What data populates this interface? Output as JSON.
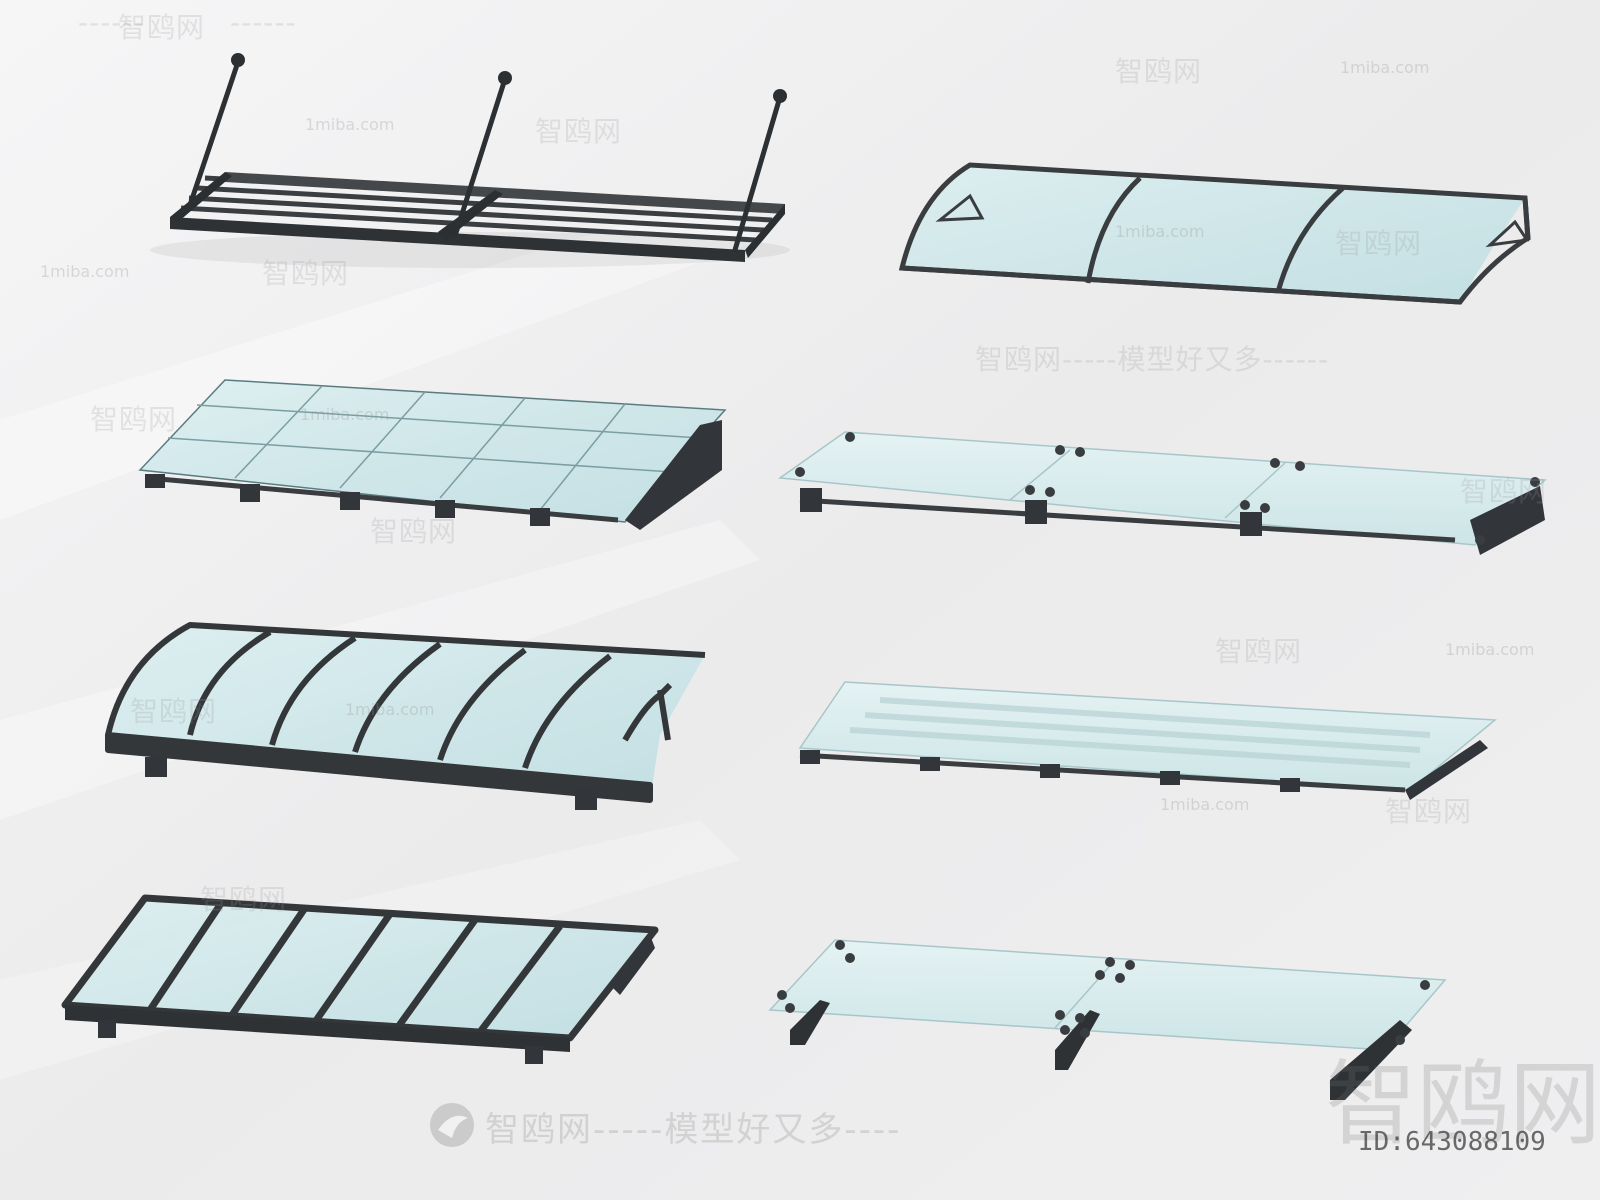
{
  "watermarks": {
    "brand": "智鸥网",
    "site": "1miba.com",
    "dashes_short": "------",
    "slogan": "智鸥网-----模型好又多------",
    "bottom_slogan": "智鸥网-----模型好又多----",
    "big_brand": "智鸥网",
    "id_label": "ID:643088109"
  },
  "colors": {
    "background": "#ebebed",
    "frame": "#3a3d40",
    "glass": "#cfe7ea",
    "glass_edge": "#9fc2c6"
  }
}
